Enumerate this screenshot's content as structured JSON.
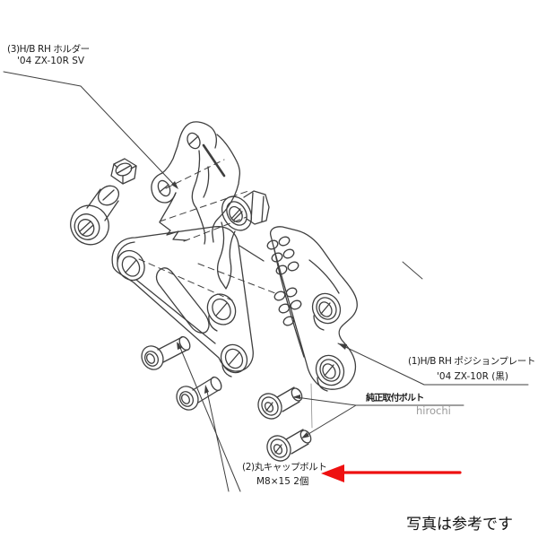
{
  "figure": {
    "kind": "exploded-parts-line-drawing",
    "labels": {
      "part3_line1": "(3)H/B RH ホルダー",
      "part3_line2": "'04 ZX-10R SV",
      "part1_line1": "(1)H/B RH ポジションプレート",
      "part1_line2": "'04 ZX-10R (黒)",
      "stock_bolt": "純正取付ボルト",
      "part2_line1": "(2)丸キャップボルト",
      "part2_line2": "M8×15 2個",
      "footer_note": "写真は参考です",
      "watermark": "hirochi"
    },
    "colors": {
      "line": "#3f3f3f",
      "text": "#1c1c1c",
      "highlight_arrow": "#ee1111",
      "watermark": "#999999",
      "background": "#ffffff"
    }
  }
}
